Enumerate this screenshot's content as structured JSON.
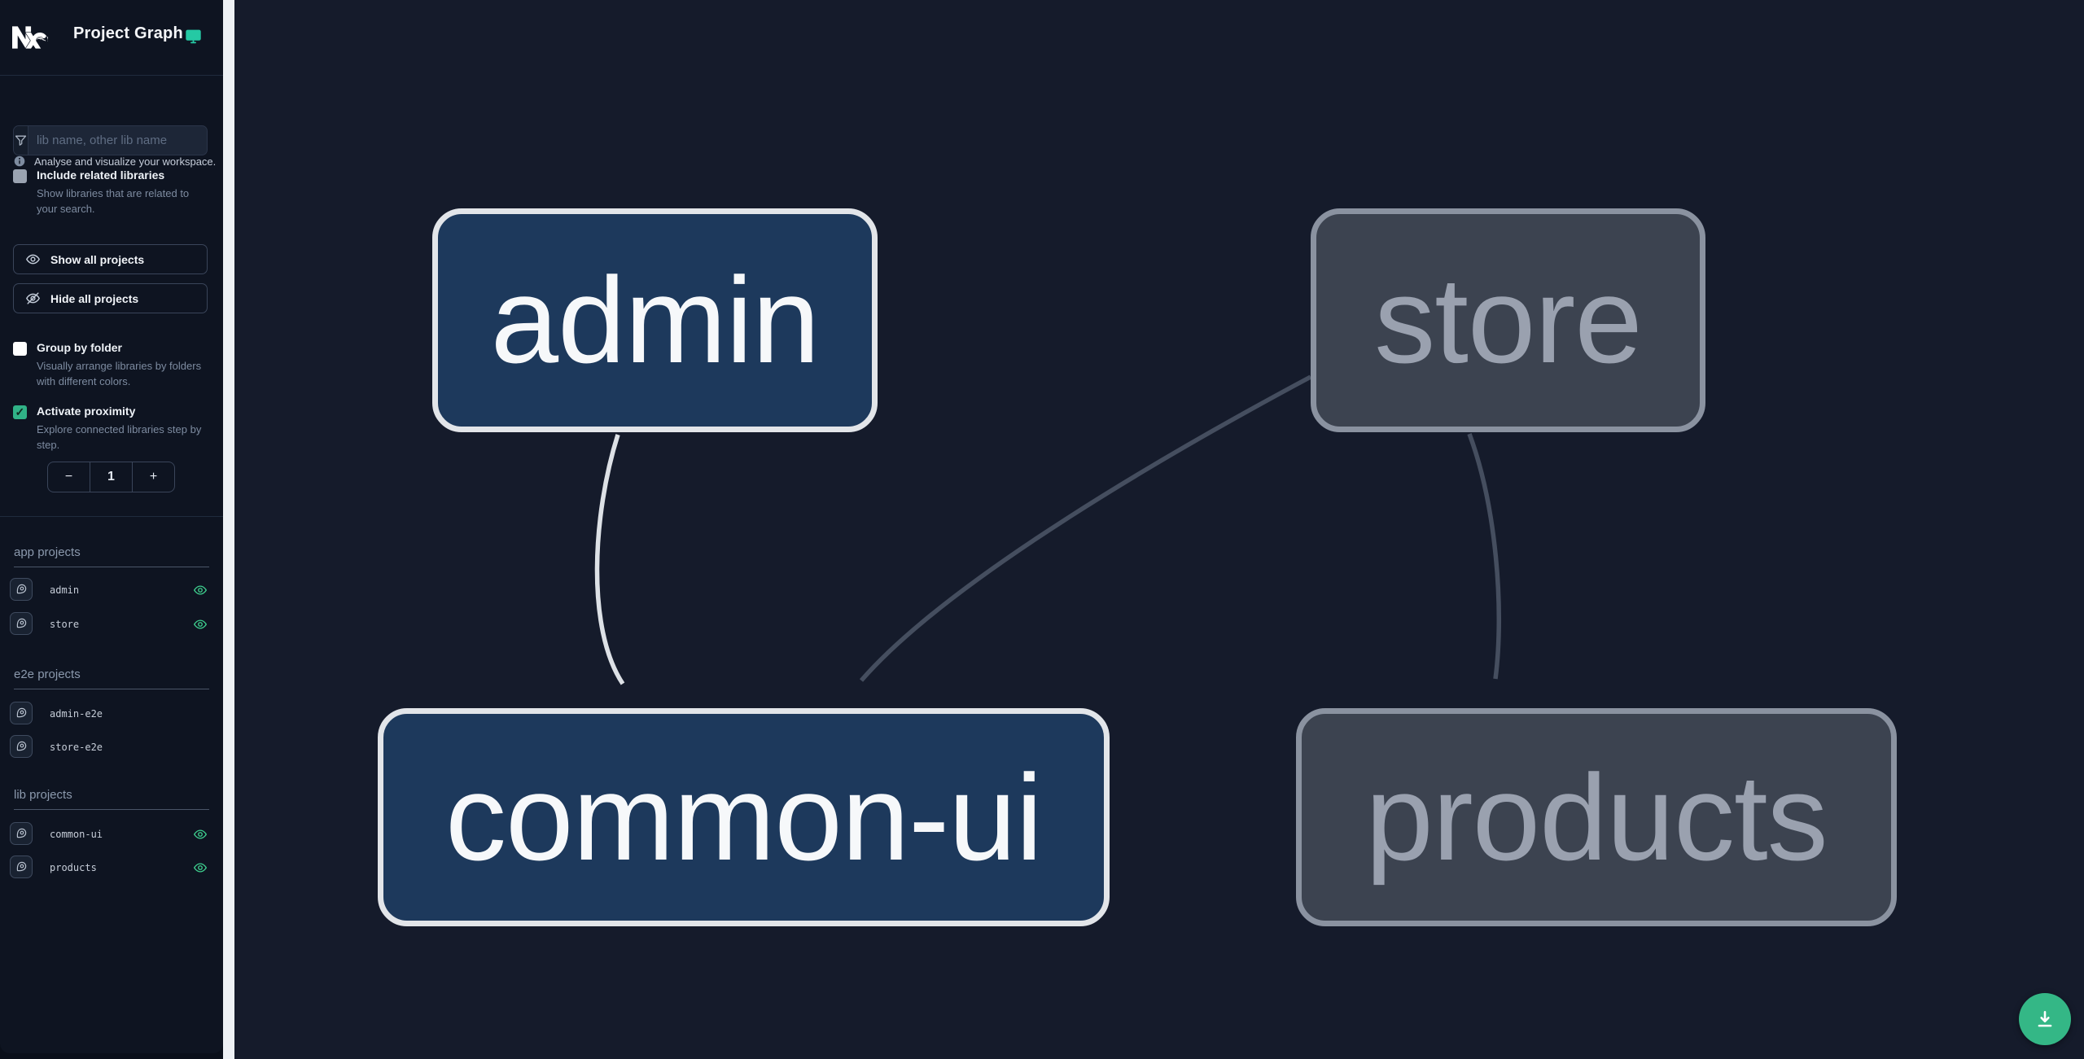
{
  "window": {
    "title": "Project Graph"
  },
  "sidebar": {
    "title": "Project Graph",
    "tagline": "Analyse and visualize your workspace.",
    "filter": {
      "placeholder": "lib name, other lib name"
    },
    "checkboxes": {
      "include_related": {
        "label": "Include related libraries",
        "description": "Show libraries that are related to your search.",
        "checked": false
      },
      "group_by_folder": {
        "label": "Group by folder",
        "description": "Visually arrange libraries by folders with different colors.",
        "checked": false
      },
      "activate_proximity": {
        "label": "Activate proximity",
        "description": "Explore connected libraries step by step.",
        "checked": true
      }
    },
    "actions": {
      "show_all": "Show all projects",
      "hide_all": "Hide all projects"
    },
    "proximity_stepper": {
      "decrement": "−",
      "value": "1",
      "increment": "+"
    },
    "sections": [
      {
        "title": "app projects",
        "items": [
          {
            "name": "admin",
            "visible": true
          },
          {
            "name": "store",
            "visible": true
          }
        ]
      },
      {
        "title": "e2e projects",
        "items": [
          {
            "name": "admin-e2e",
            "visible": false
          },
          {
            "name": "store-e2e",
            "visible": false
          }
        ]
      },
      {
        "title": "lib projects",
        "items": [
          {
            "name": "common-ui",
            "visible": true
          },
          {
            "name": "products",
            "visible": true
          }
        ]
      }
    ]
  },
  "graph": {
    "nodes": [
      {
        "label": "admin",
        "type": "app",
        "state": "focused"
      },
      {
        "label": "store",
        "type": "app",
        "state": "unfocused"
      },
      {
        "label": "common-ui",
        "type": "lib",
        "state": "focused"
      },
      {
        "label": "products",
        "type": "lib",
        "state": "unfocused"
      }
    ],
    "edges": [
      {
        "from": "admin",
        "to": "common-ui",
        "state": "focused"
      },
      {
        "from": "store",
        "to": "common-ui",
        "state": "unfocused"
      },
      {
        "from": "store",
        "to": "products",
        "state": "unfocused"
      }
    ]
  },
  "fab": {
    "icon": "download-icon"
  },
  "colors": {
    "accent_teal": "#25c9a4",
    "eye_green": "#3ecf8e",
    "fab_green": "#34b786",
    "focused_node_fill": "#1d395c",
    "focused_node_border": "#e2e5e9",
    "unfocused_node_fill": "#3c4350",
    "unfocused_node_border": "#8a92a0",
    "edge_focused": "#dde1e6",
    "edge_unfocused": "#454e5f",
    "canvas_bg": "#151b2b",
    "sidebar_bg": "#0e1421"
  }
}
